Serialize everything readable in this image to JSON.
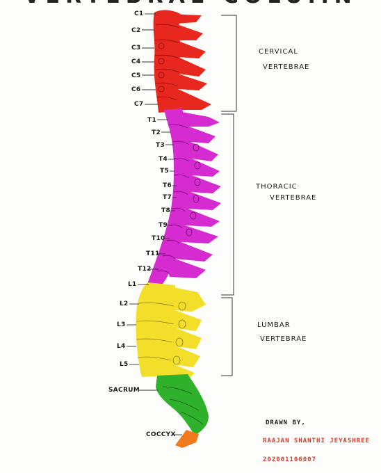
{
  "title": "VERTEBRAE COLUMN",
  "colors": {
    "cervical": "#e8281e",
    "thoracic": "#d62bd0",
    "lumbar": "#f3de2a",
    "sacrum": "#2fb12b",
    "coccyx": "#f07a1c",
    "credit_name": "#d93a2a"
  },
  "labels": {
    "c1": "C1",
    "c2": "C2",
    "c3": "C3",
    "c4": "C4",
    "c5": "C5",
    "c6": "C6",
    "c7": "C7",
    "t1": "T1",
    "t2": "T2",
    "t3": "T3",
    "t4": "T4",
    "t5": "T5",
    "t6": "T6",
    "t7": "T7",
    "t8": "T8",
    "t9": "T9",
    "t10": "T10",
    "t11": "T11",
    "t12": "T12",
    "l1": "L1",
    "l2": "L2",
    "l3": "L3",
    "l4": "L4",
    "l5": "L5",
    "sacrum": "SACRUM",
    "coccyx": "COCCYX"
  },
  "groups": {
    "cervical_line1": "CERVICAL",
    "cervical_line2": "VERTEBRAE",
    "thoracic_line1": "THORACIC",
    "thoracic_line2": "VERTEBRAE",
    "lumbar_line1": "LUMBAR",
    "lumbar_line2": "VERTEBRAE"
  },
  "credit": {
    "drawn_by": "DRAWN BY,",
    "name": "RAAJAN SHANTHI JEYASHREE",
    "id": "202001106007"
  }
}
